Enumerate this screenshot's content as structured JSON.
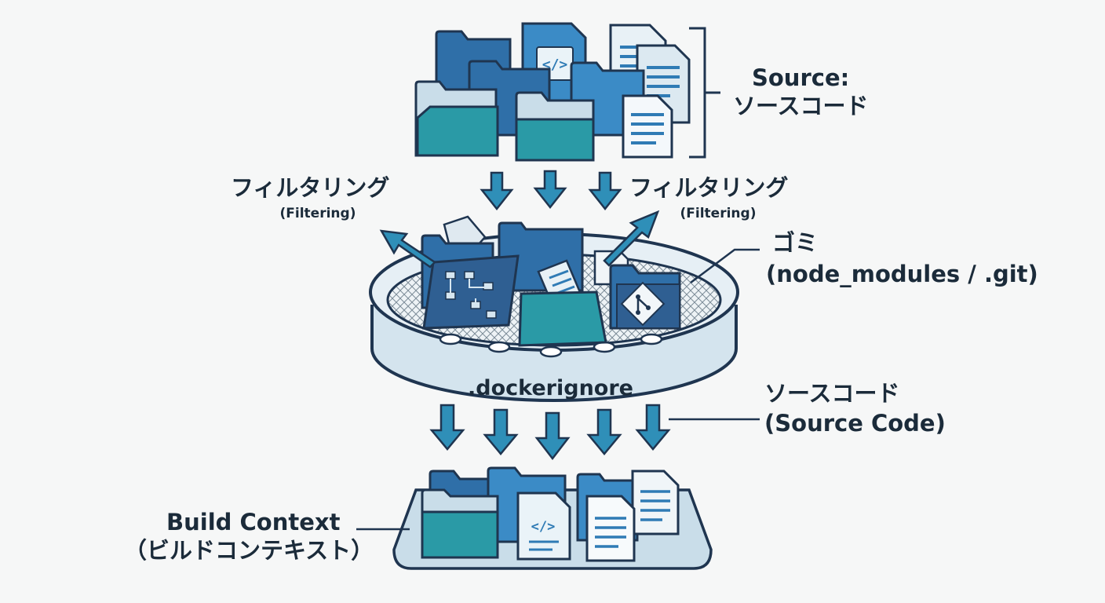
{
  "source": {
    "label_en": "Source:",
    "label_ja": "ソースコード"
  },
  "filter_left": {
    "label_ja": "フィルタリング",
    "label_en": "(Filtering)"
  },
  "filter_right": {
    "label_ja": "フィルタリング",
    "label_en": "(Filtering)"
  },
  "trash": {
    "label_ja": "ゴミ",
    "label_en": "(node_modules / .git)"
  },
  "sieve": {
    "label": ".dockerignore"
  },
  "source_code": {
    "label_ja": "ソースコード",
    "label_en": "(Source Code)"
  },
  "build": {
    "label_en": "Build Context",
    "label_ja": "（ビルドコンテキスト）"
  },
  "colors": {
    "navy": "#1f3550",
    "teal": "#2a9aa6",
    "blue": "#2f7bb5",
    "light": "#d9e8f1"
  },
  "icons": [
    "folder-icon",
    "document-icon",
    "code-file-icon",
    "git-icon",
    "arrow-down-icon",
    "arrow-out-icon"
  ]
}
